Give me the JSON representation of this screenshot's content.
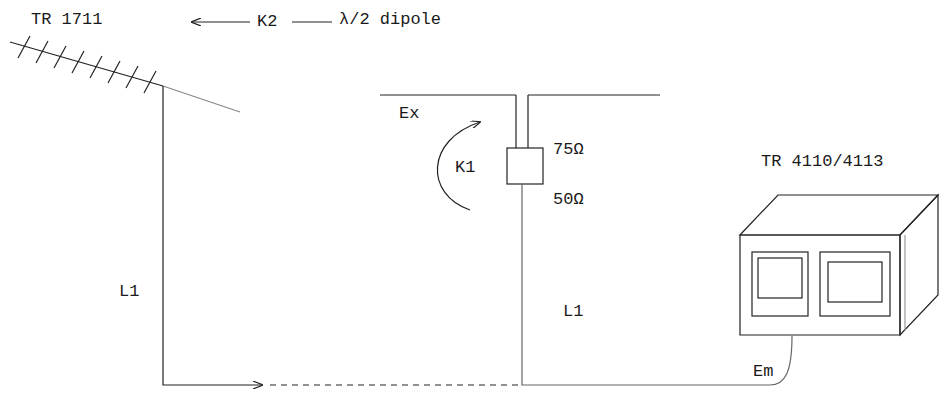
{
  "diagram": {
    "labels": [
      "TR 1711",
      "K2",
      "λ/2 dipole",
      "Ex",
      "75Ω",
      "K1",
      "50Ω",
      "TR 4110/4113",
      "L1",
      "L1",
      "Em"
    ]
  }
}
